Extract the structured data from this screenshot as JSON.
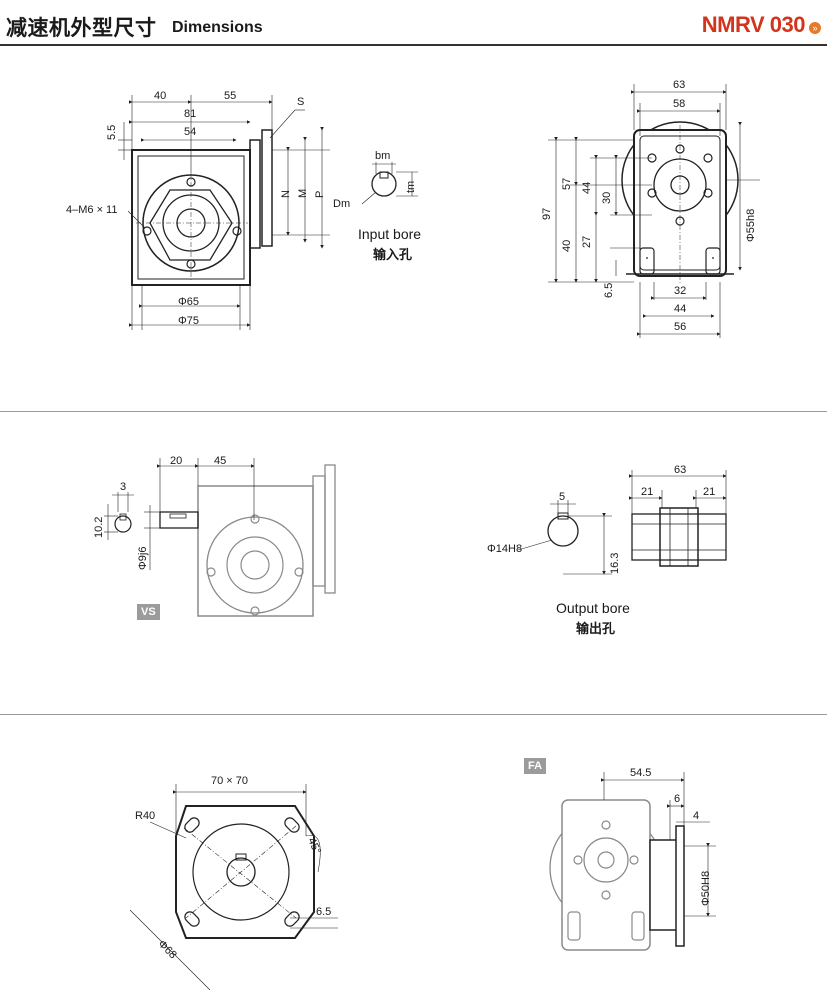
{
  "header": {
    "title_cn": "减速机外型尺寸",
    "title_en": "Dimensions",
    "model": "NMRV 030",
    "model_icon": "arrow-right-circle-icon",
    "accent_color": "#d2341c"
  },
  "side_view": {
    "dim_40": "40",
    "dim_55": "55",
    "dim_81": "81",
    "dim_54": "54",
    "dim_5_5": "5.5",
    "label_s": "S",
    "label_n": "N",
    "label_m": "M",
    "label_p": "P",
    "holes": "4–M6 × 11",
    "dia_65": "Φ65",
    "dia_75": "Φ75"
  },
  "input_bore": {
    "bm": "bm",
    "tm": "tm",
    "dm": "Dm",
    "caption_en": "Input bore",
    "caption_cn": "输入孔"
  },
  "front_view": {
    "dim_63": "63",
    "dim_58": "58",
    "dim_97": "97",
    "dim_57": "57",
    "dim_44v": "44",
    "dim_30": "30",
    "dim_40": "40",
    "dim_27": "27",
    "dim_6_5": "6.5",
    "dim_32": "32",
    "dim_44": "44",
    "dim_56": "56",
    "dia_55h8": "Φ55h8"
  },
  "vs_view": {
    "badge": "VS",
    "dim_20": "20",
    "dim_45": "45",
    "dim_3": "3",
    "dim_10_2": "10.2",
    "dia_9j6": "Φ9j6"
  },
  "output_bore": {
    "dim_63": "63",
    "dim_21a": "21",
    "dim_21b": "21",
    "dim_5": "5",
    "dia_14h8": "Φ14H8",
    "dim_16_3": "16.3",
    "caption_en": "Output bore",
    "caption_cn": "输出孔"
  },
  "flange_view": {
    "dim_70x70": "70 × 70",
    "r40": "R40",
    "angle_45": "45°",
    "dim_6_5": "6.5",
    "dia_68": "Φ68"
  },
  "fa_view": {
    "badge": "FA",
    "dim_54_5": "54.5",
    "dim_6": "6",
    "dim_4": "4",
    "dia_50h8": "Φ50H8"
  }
}
